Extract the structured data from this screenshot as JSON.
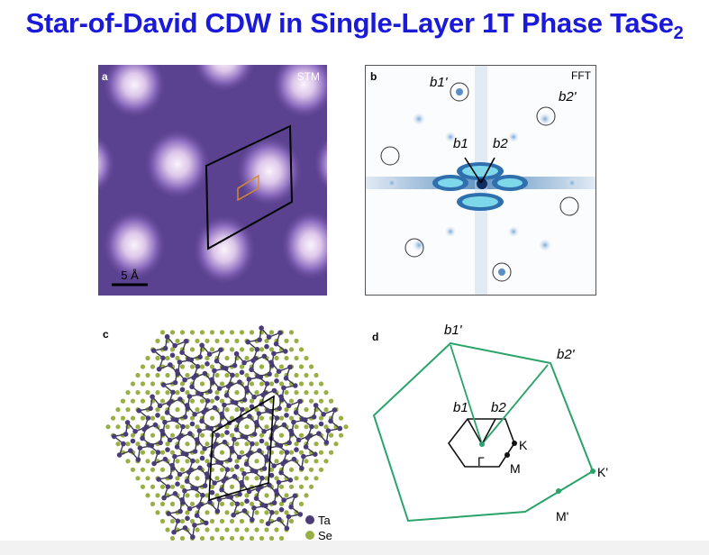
{
  "slide": {
    "title": "Star-of-David CDW in Single-Layer 1T Phase TaSe",
    "title_subscript": "2"
  },
  "panel_a": {
    "letter": "a",
    "tag": "STM",
    "scale_label": "5 Å"
  },
  "panel_b": {
    "letter": "b",
    "tag": "FFT",
    "b1p": "b1'",
    "b2p": "b2'",
    "b1": "b1",
    "b2": "b2"
  },
  "panel_c": {
    "letter": "c",
    "legend": [
      {
        "label": "Ta",
        "color": "#4a3c78"
      },
      {
        "label": "Se",
        "color": "#98b043"
      }
    ]
  },
  "panel_d": {
    "letter": "d",
    "labels": {
      "b1p": "b1'",
      "b2p": "b2'",
      "b1": "b1",
      "b2": "b2",
      "gamma": "Γ",
      "k": "K",
      "m": "M",
      "kp": "K'",
      "mp": "M'"
    },
    "colors": {
      "large_hex": "#2aa36b",
      "small_hex": "#111111"
    }
  }
}
